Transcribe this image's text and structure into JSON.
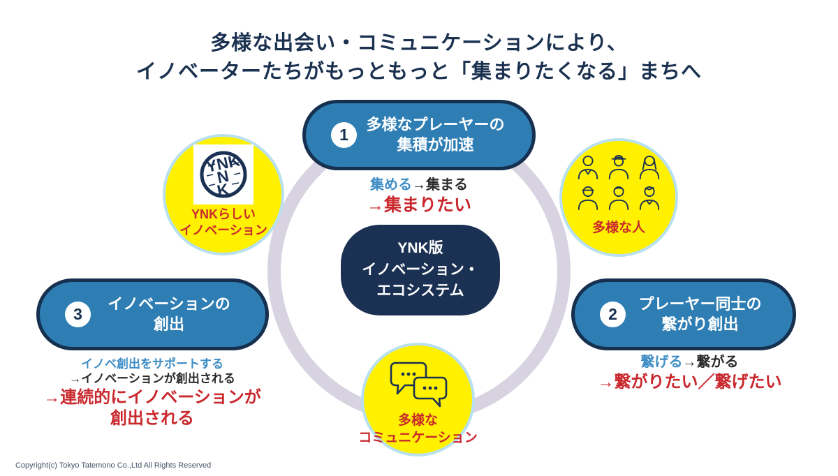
{
  "title": {
    "line1": "多様な出会い・コミュニケーションにより、",
    "line2": "イノベーターたちがもっともっと「集まりたくなる」まちへ"
  },
  "center_box": {
    "line1": "YNK版",
    "line2": "イノベーション・",
    "line3": "エコシステム"
  },
  "steps": [
    {
      "number": "1",
      "line1": "多様なプレーヤーの",
      "line2": "集積が加速"
    },
    {
      "number": "2",
      "line1": "プレーヤー同士の",
      "line2": "繋がり創出"
    },
    {
      "number": "3",
      "line1": "イノベーションの",
      "line2": "創出"
    }
  ],
  "annotations": {
    "step1": {
      "blue": "集める",
      "dark": "→集まる",
      "red": "→集まりたい"
    },
    "step2": {
      "blue": "繋げる",
      "dark": "→繋がる",
      "red": "→繋がりたい／繋げたい"
    },
    "step3": {
      "blue": "イノベ創出をサポートする",
      "dark": "→イノベーションが創出される",
      "red1": "→連続的にイノベーションが",
      "red2": "創出される"
    }
  },
  "bubbles": {
    "ynk": {
      "logo": "YNK",
      "line1": "YNKらしい",
      "line2": "イノベーション"
    },
    "people": {
      "label": "多様な人"
    },
    "communication": {
      "line1": "多様な",
      "line2": "コミュニケーション"
    }
  },
  "footer": {
    "copyright": "Copyright(c) Tokyo Tatemono Co.,Ltd All Rights Reserved"
  },
  "colors": {
    "pill_fill": "#2e7eb4",
    "pill_border": "#16304f",
    "navy": "#1b3153",
    "yellow": "#fff100",
    "ring": "#d8d3e1",
    "red": "#c9282d",
    "blue_text": "#3e8dc5",
    "circle_border": "#b8e0ef"
  }
}
